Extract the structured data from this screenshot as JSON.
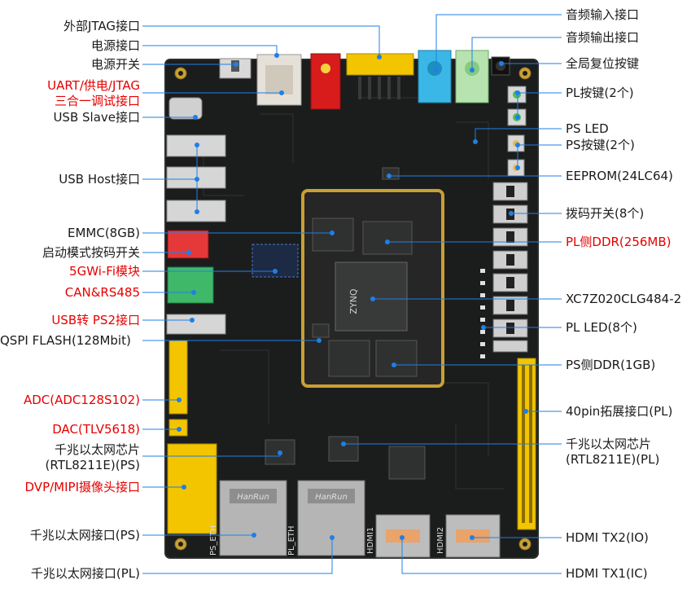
{
  "colors": {
    "board": "#1b1d1d",
    "accent_red": "#e60000",
    "leader_blue": "#1f7fe6",
    "gold": "#c9a032",
    "pin_yellow": "#f2c500"
  },
  "labels": {
    "ext_jtag": "外部JTAG接口",
    "power_port": "电源接口",
    "power_switch": "电源开关",
    "uart_line1": "UART/供电/JTAG",
    "uart_line2": "三合一调试接口",
    "usb_slave": "USB Slave接口",
    "usb_host": "USB Host接口",
    "emmc": "EMMC(8GB)",
    "boot_switch": "启动模式按码开关",
    "wifi": "5GWi-Fi模块",
    "can": "CAN&RS485",
    "usb_ps2": "USB转 PS2接口",
    "qspi": "QSPI FLASH(128Mbit)",
    "adc": "ADC(ADC128S102)",
    "dac": "DAC(TLV5618)",
    "eth_chip_ps_1": "千兆以太网芯片",
    "eth_chip_ps_2": "(RTL8211E)(PS)",
    "dvp": "DVP/MIPI摄像头接口",
    "eth_port_ps": "千兆以太网接口(PS)",
    "eth_port_pl": "千兆以太网接口(PL)",
    "audio_in": "音频输入接口",
    "audio_out": "音频输出接口",
    "reset": "全局复位按键",
    "pl_key": "PL按键(2个)",
    "ps_led": "PS LED",
    "ps_key": "PS按键(2个)",
    "eeprom": "EEPROM(24LC64)",
    "dip": "拨码开关(8个)",
    "pl_ddr": "PL侧DDR(256MB)",
    "soc": "XC7Z020CLG484-2",
    "pl_led": "PL LED(8个)",
    "ps_ddr": "PS侧DDR(1GB)",
    "pin40": "40pin拓展接口(PL)",
    "eth_chip_pl_1": "千兆以太网芯片",
    "eth_chip_pl_2": "(RTL8211E)(PL)",
    "hdmi_tx2": "HDMI TX2(IO)",
    "hdmi_tx1": "HDMI TX1(IC)"
  },
  "silkscreen": {
    "ps_eth": "PS_ETH",
    "pl_eth": "PL_ETH",
    "hdmi1": "HDMI1",
    "hdmi2": "HDMI2",
    "hanrun": "HanRun",
    "zynq": "ZYNQ"
  }
}
